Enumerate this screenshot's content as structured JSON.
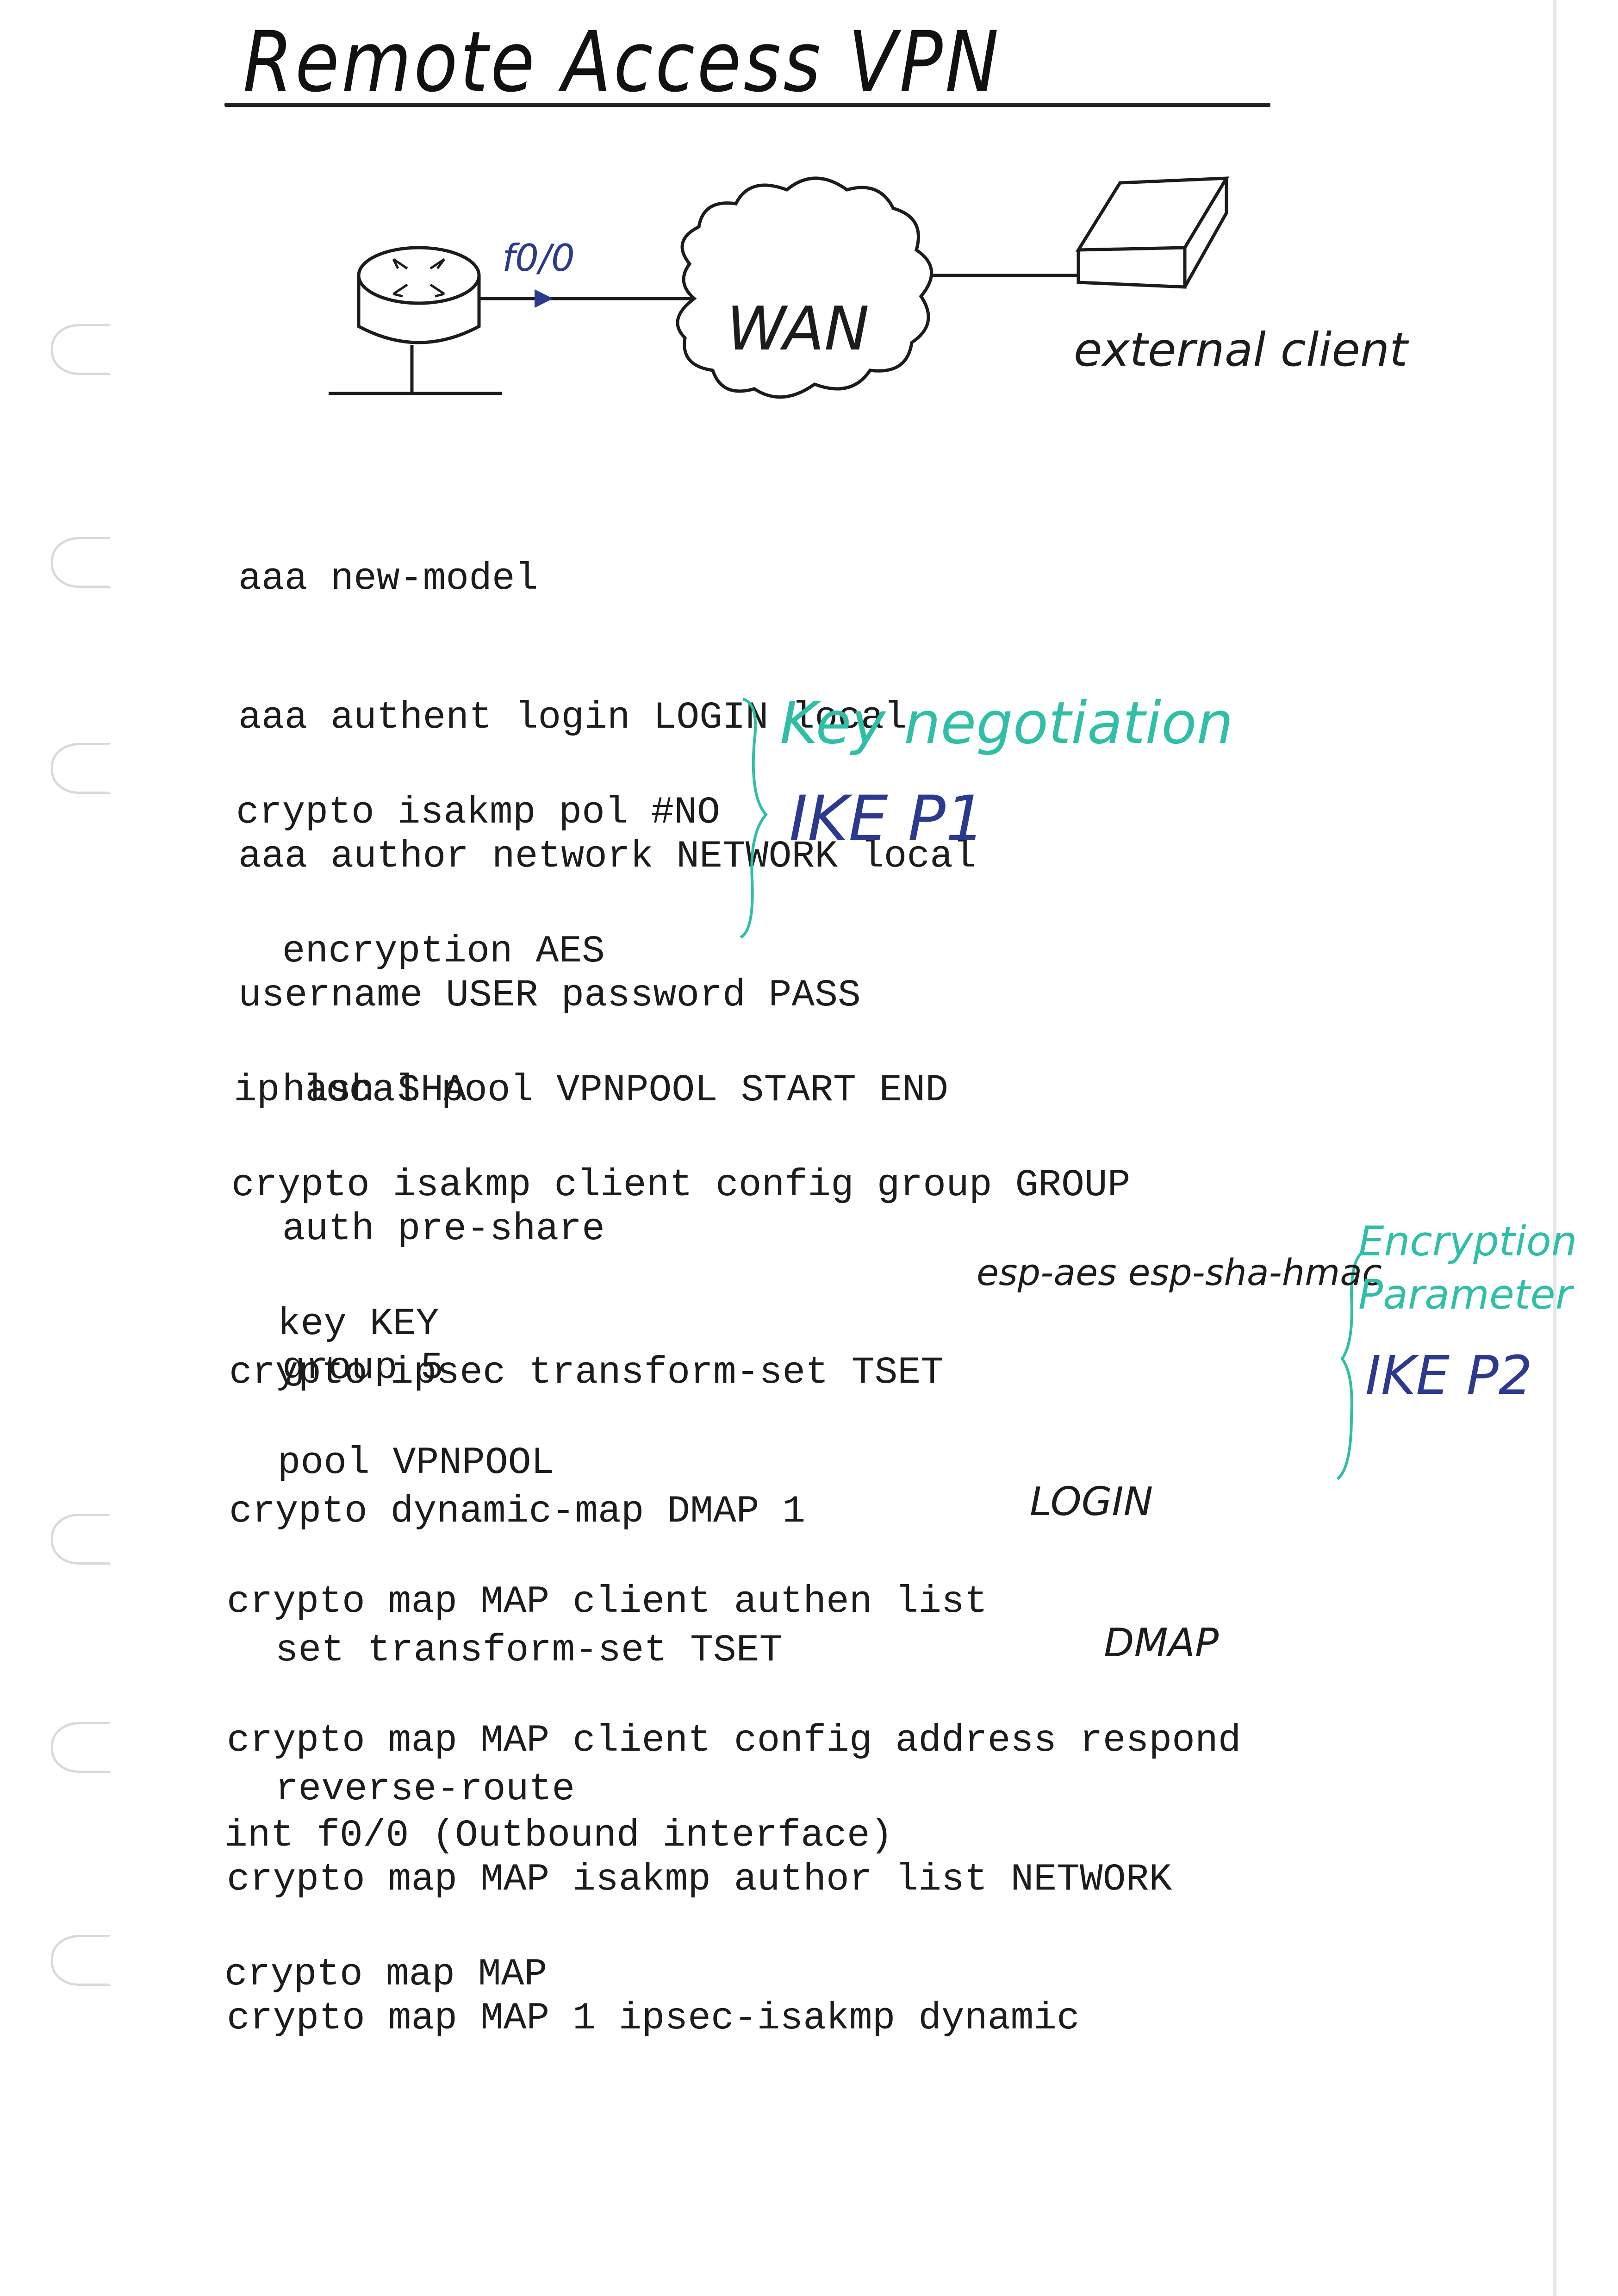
{
  "title": "Remote Access VPN",
  "diagram": {
    "router_interface": "f0/0",
    "cloud_label": "WAN",
    "client_label": "external client",
    "icons": [
      "router-icon",
      "wan-cloud-icon",
      "client-device-icon"
    ]
  },
  "blocks": {
    "aaa": [
      "aaa new-model",
      "aaa authent login LOGIN local",
      "aaa author network NETWORK local",
      "username USER password PASS"
    ],
    "isakmp": [
      "crypto isakmp pol #NO",
      "  encryption AES",
      "  hash SHA",
      "  auth pre-share",
      "  group 5"
    ],
    "pool": [
      "ip local pool VPNPOOL START END"
    ],
    "client_config": [
      "crypto isakmp client config group GROUP",
      "  key KEY",
      "  pool VPNPOOL"
    ],
    "ipsec": [
      "crypto ipsec transform-set TSET",
      "crypto dynamic-map DMAP 1",
      "  set transform-set TSET",
      "  reverse-route"
    ],
    "crypto_map": [
      "crypto map MAP client authen list",
      "crypto map MAP client config address respond",
      "crypto map MAP isakmp author list NETWORK",
      "crypto map MAP 1 ipsec-isakmp dynamic"
    ],
    "interface": [
      "int f0/0 (Outbound interface)",
      "crypto map MAP"
    ]
  },
  "handwritten": {
    "transform_set_params": "esp-aes esp-sha-hmac",
    "authen_list_name": "LOGIN",
    "dynamic_map_name": "DMAP"
  },
  "annotations": {
    "phase1_title": "Key negotiation",
    "phase1_label": "IKE P1",
    "phase2_title_line1": "Encryption",
    "phase2_title_line2": "Parameter",
    "phase2_label": "IKE P2"
  },
  "colors": {
    "ink": "#1c1c1c",
    "teal_annotation": "#2fbfa6",
    "blue_annotation": "#2b3a8f"
  }
}
